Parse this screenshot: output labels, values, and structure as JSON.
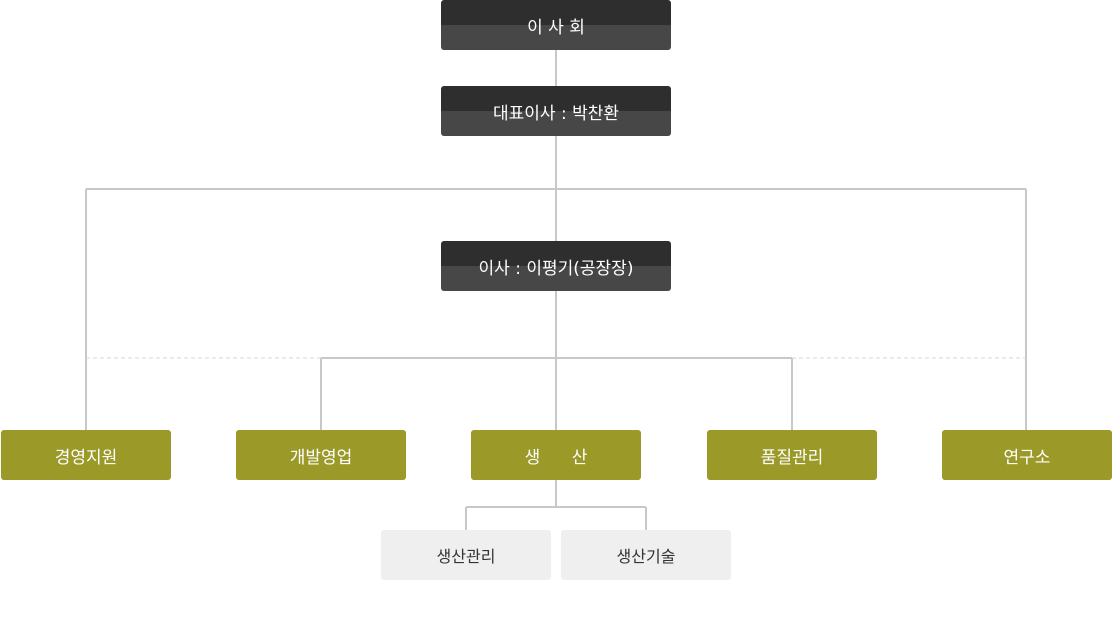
{
  "board": "이 사 회",
  "ceo": "대표이사 : 박찬환",
  "director": "이사 : 이평기(공장장)",
  "departments": [
    "경영지원",
    "개발영업",
    "생 산",
    "품질관리",
    "연구소"
  ],
  "production_units": [
    "생산관리",
    "생산기술"
  ],
  "colors": {
    "executive_box": "#3a3a3a",
    "department_box": "#9b9a29",
    "sub_box": "#efefef",
    "connector": "#c8c8c8"
  }
}
